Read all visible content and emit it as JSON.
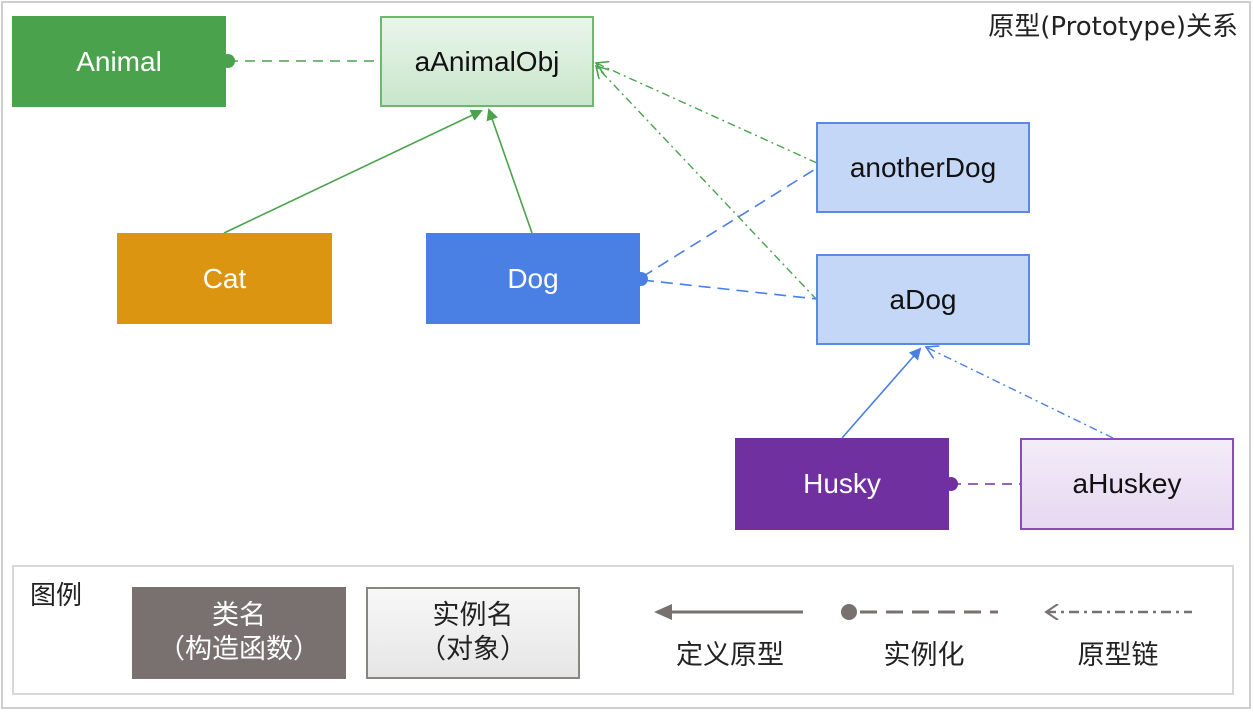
{
  "title": "原型(Prototype)关系",
  "colors": {
    "green": "#4aa24c",
    "orange": "#dc9510",
    "blue": "#4a7fe3",
    "purple": "#7030a0",
    "gray": "#787170"
  },
  "nodes": {
    "animal": "Animal",
    "a_animal_obj": "aAnimalObj",
    "another_dog": "anotherDog",
    "cat": "Cat",
    "dog": "Dog",
    "a_dog": "aDog",
    "husky": "Husky",
    "a_huskey": "aHuskey"
  },
  "legend": {
    "title": "图例",
    "class_box": {
      "line1": "类名",
      "line2": "（构造函数）"
    },
    "instance_box": {
      "line1": "实例名",
      "line2": "（对象）"
    },
    "define_prototype": "定义原型",
    "instantiate": "实例化",
    "prototype_chain": "原型链"
  }
}
